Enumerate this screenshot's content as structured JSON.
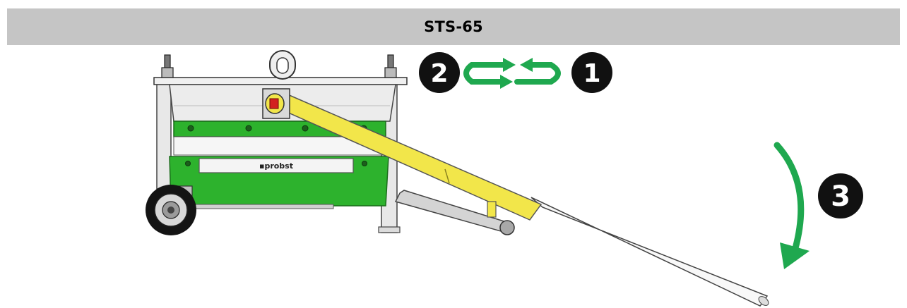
{
  "header": {
    "title": "STS-65"
  },
  "machine": {
    "brand_label": "▪probst"
  },
  "steps": [
    {
      "number": "2",
      "name": "rotate-left"
    },
    {
      "number": "1",
      "name": "rotate-right"
    },
    {
      "number": "3",
      "name": "pull-handle-down"
    }
  ],
  "colors": {
    "header_bg": "#c5c5c5",
    "machine_green": "#2db22d",
    "handle_yellow": "#f2e64a",
    "arrow_green": "#1fa84f",
    "step_badge": "#111111"
  },
  "icons": [
    "rotation-arrow-icon",
    "curved-arrow-down-icon",
    "wheel-icon",
    "lifting-eye-icon"
  ]
}
